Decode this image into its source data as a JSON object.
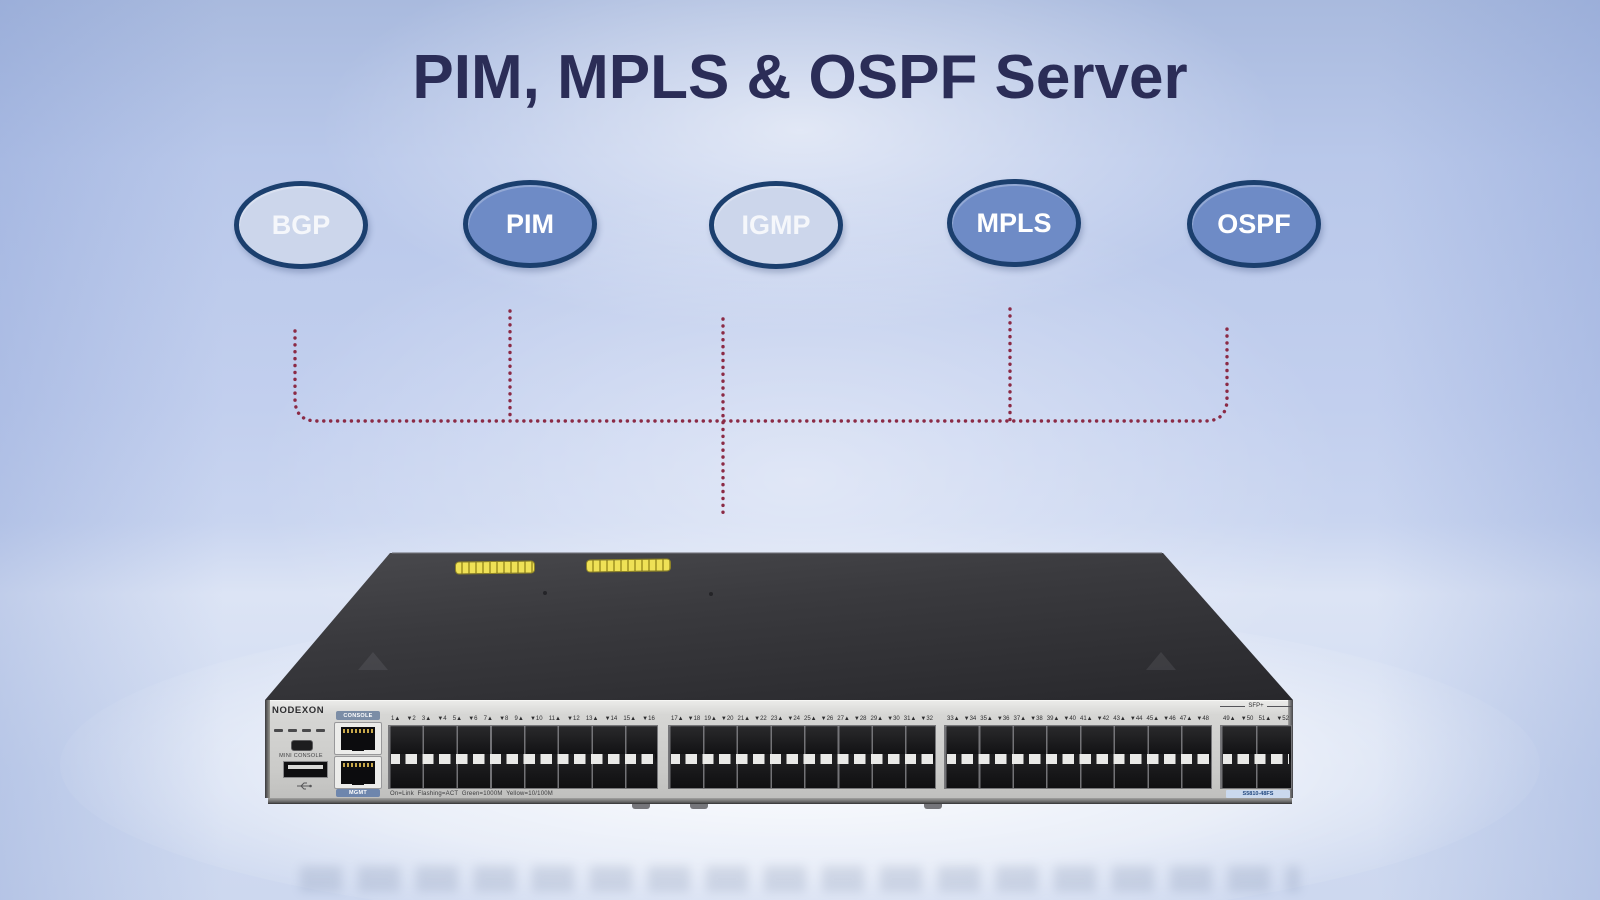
{
  "title": "PIM, MPLS & OSPF Server",
  "colors": {
    "title_navy": "#2b2d57",
    "ellipse_border": "#1b3f6e",
    "ellipse_fill_light": "#ccd6eb",
    "ellipse_fill_medium": "#6e8bc6",
    "connector_dots": "#8b2a45",
    "lid_charcoal": "#37373b",
    "panel_gray": "#cfcfcd",
    "sticker_yellow": "#efe156"
  },
  "protocols": [
    {
      "label": "BGP",
      "variant": "light"
    },
    {
      "label": "PIM",
      "variant": "medium"
    },
    {
      "label": "IGMP",
      "variant": "light"
    },
    {
      "label": "MPLS",
      "variant": "medium"
    },
    {
      "label": "OSPF",
      "variant": "medium"
    }
  ],
  "switch": {
    "brand": "NODEXON",
    "mini_console_label": "MINI CONSOLE",
    "console_label": "CONSOLE",
    "mgmt_label": "MGMT",
    "sfp_plus_label": "SFP+",
    "model_label": "S5810-48FS",
    "status_legend": "On=Link  Flashing=ACT  Green=1000M  Yellow=10/100M",
    "port_banks": [
      [
        "1▲",
        "▼2",
        "3▲",
        "▼4",
        "5▲",
        "▼6",
        "7▲",
        "▼8",
        "9▲",
        "▼10",
        "11▲",
        "▼12",
        "13▲",
        "▼14",
        "15▲",
        "▼16"
      ],
      [
        "17▲",
        "▼18",
        "19▲",
        "▼20",
        "21▲",
        "▼22",
        "23▲",
        "▼24",
        "25▲",
        "▼26",
        "27▲",
        "▼28",
        "29▲",
        "▼30",
        "31▲",
        "▼32"
      ],
      [
        "33▲",
        "▼34",
        "35▲",
        "▼36",
        "37▲",
        "▼38",
        "39▲",
        "▼40",
        "41▲",
        "▼42",
        "43▲",
        "▼44",
        "45▲",
        "▼46",
        "47▲",
        "▼48"
      ]
    ],
    "sfp_plus_ports": [
      "49▲",
      "▼50",
      "51▲",
      "▼52"
    ]
  }
}
